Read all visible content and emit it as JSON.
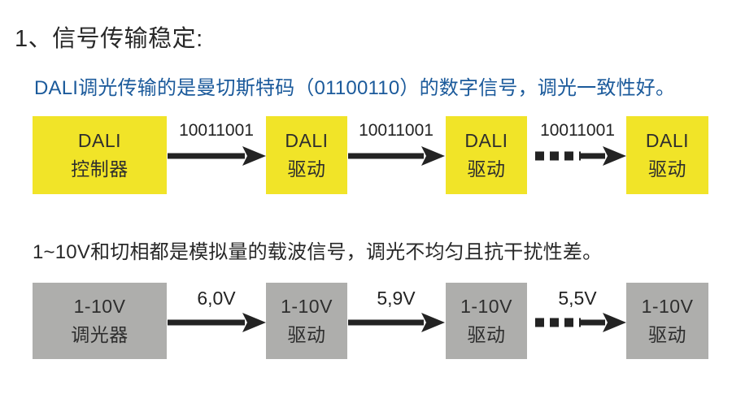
{
  "title": "1、信号传输稳定:",
  "colors": {
    "highlight_yellow": "#F1E428",
    "box_gray": "#AEAEAC",
    "accent_blue": "#1B5A9B",
    "text_black": "#282828"
  },
  "sections": [
    {
      "description": "DALI调光传输的是曼切斯特码（01100110）的数字信号，调光一致性好。",
      "boxes": [
        {
          "line1": "DALI",
          "line2": "控制器"
        },
        {
          "line1": "DALI",
          "line2": "驱动"
        },
        {
          "line1": "DALI",
          "line2": "驱动"
        },
        {
          "line1": "DALI",
          "line2": "驱动"
        }
      ],
      "arrows": [
        {
          "label": "10011001",
          "style": "solid"
        },
        {
          "label": "10011001",
          "style": "solid"
        },
        {
          "label": "10011001",
          "style": "dashed-then-solid"
        }
      ]
    },
    {
      "description": "1~10V和切相都是模拟量的载波信号，调光不均匀且抗干扰性差。",
      "boxes": [
        {
          "line1": "1-10V",
          "line2": "调光器"
        },
        {
          "line1": "1-10V",
          "line2": "驱动"
        },
        {
          "line1": "1-10V",
          "line2": "驱动"
        },
        {
          "line1": "1-10V",
          "line2": "驱动"
        }
      ],
      "arrows": [
        {
          "label": "6,0V",
          "style": "solid"
        },
        {
          "label": "5,9V",
          "style": "solid"
        },
        {
          "label": "5,5V",
          "style": "dashed-then-solid"
        }
      ]
    }
  ]
}
